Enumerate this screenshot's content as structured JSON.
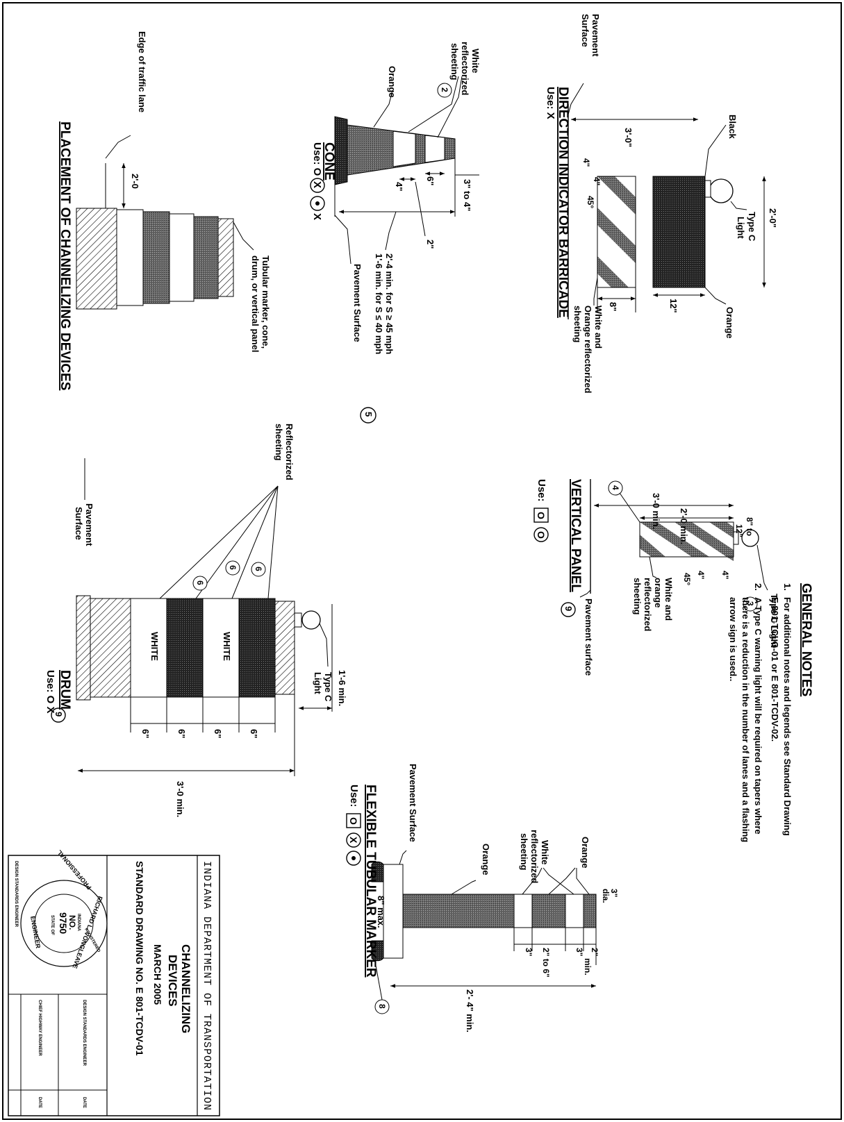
{
  "notes": {
    "title": "GENERAL NOTES",
    "items": [
      {
        "num": "1.",
        "line1": "For additional notes and legends see Standard Drawing",
        "line2": "E 801-TCLG-01 or E 801-TCDV-02."
      },
      {
        "num": "2.",
        "line1": "A Type C warning light will be required on tapers where",
        "line2": "there is a reduction in the number of lanes and a flashing",
        "line3": "arrow sign is used.."
      }
    ]
  },
  "barricade": {
    "title": "DIRECTION INDICATOR BARRICADE",
    "use": "Use:  X",
    "labels": {
      "pavement_surface_1": "Pavement",
      "pavement_surface_2": "Surface",
      "black": "Black",
      "orange": "Orange",
      "type_c_1": "Type C",
      "type_c_2": "Light",
      "sheeting_1": "White and",
      "sheeting_2": "Orange reflectorized",
      "sheeting_3": "sheeting",
      "dim_height": "3'-0\"",
      "dim_width": "2'-0\"",
      "dim_12": "12\"",
      "dim_8": "8\"",
      "dim_4a": "4\"",
      "dim_4b": "4\"",
      "dim_45": "45°"
    }
  },
  "cone": {
    "title": "CONE",
    "use_prefix": "Use: O",
    "use_suffix": "X",
    "ref": "5",
    "labels": {
      "white_1": "White",
      "white_2": "reflectorized",
      "white_3": "sheeting",
      "ref_2": "2",
      "orange": "Orange",
      "dim_3to4": "3\" to 4\"",
      "dim_6": "6\"",
      "dim_4": "4\"",
      "dim_2": "2\"",
      "height_1": "2'-4 min. for S ≥ 45 mph",
      "height_2": "1'-6 min. for S ≤ 40 mph",
      "pavement": "Pavement Surface"
    }
  },
  "placement": {
    "title": "PLACEMENT OF CHANNELIZING DEVICES",
    "labels": {
      "edge": "Edge of traffic lane",
      "offset": "2'-0",
      "device_1": "Tubular marker, cone,",
      "device_2": "drum, or vertical panel"
    }
  },
  "vertical_panel": {
    "title": "VERTICAL PANEL",
    "ref": "9",
    "use_prefix": "Use:",
    "labels": {
      "dim_3min": "3'-0 min.",
      "dim_2min": "2'-0 min.",
      "dim_8to12_1": "8\" to",
      "dim_8to12_2": "12\"",
      "ref_4": "4",
      "ref_3": "3",
      "type_c": "Type C Light",
      "sheeting_1": "White and",
      "sheeting_2": "orange",
      "sheeting_3": "reflectorized",
      "sheeting_4": "sheeting",
      "dim_4a": "4\"",
      "dim_4b": "4\"",
      "dim_45": "45°",
      "pavement": "Pavement surface"
    }
  },
  "drum": {
    "title": "DRUM",
    "ref": "9",
    "use": "Use: O X",
    "labels": {
      "reflectorized_1": "Reflectorized",
      "reflectorized_2": "sheeting",
      "pavement_1": "Pavement",
      "pavement_2": "Surface",
      "white": "WHITE",
      "ref_6": "6",
      "dim_min": "1'-6 min.",
      "type_c_1": "Type C",
      "type_c_2": "Light",
      "dim_6": "6\"",
      "dim_3min": "3'-0 min."
    }
  },
  "tubular": {
    "title": "FLEXIBLE TUBULAR MARKER",
    "use_prefix": "Use:",
    "ref": "8",
    "labels": {
      "pavement": "Pavement Surface",
      "orange": "Orange",
      "orange_top": "Orange",
      "white_1": "White",
      "white_2": "reflectorized",
      "white_3": "sheeting",
      "dia_1": "3\"",
      "dia_2": "dia.",
      "dim_3": "3\"",
      "dim_2to6": "2\" to 6\"",
      "dim_3b": "3\"",
      "dim_2": "2\"",
      "dim_min": "min.",
      "dim_8max": "8\" max.",
      "dim_24min": "2'- 4\" min."
    }
  },
  "title_block": {
    "agency": "INDIANA DEPARTMENT OF TRANSPORTATION",
    "title_1": "CHANNELIZING",
    "title_2": "DEVICES",
    "date": "MARCH 2005",
    "drawing_no": "STANDARD DRAWING NO. E 801-TCDV-01",
    "sig_1": "DESIGN STANDARDS ENGINEER",
    "sig_1_date": "DATE",
    "sig_2": "CHIEF HIGHWAY ENGINEER",
    "sig_2_date": "DATE",
    "stamp_footer": "DESIGN STANDARDS ENGINEER",
    "seal": {
      "name": "RICHARD L. VONGLEAVE",
      "registered": "REGISTERED",
      "no": "NO.",
      "number": "9750",
      "state": "STATE OF",
      "indiana": "INDIANA",
      "ring_left": "PROFESSIONAL",
      "ring_right": "ENGINEER"
    }
  }
}
